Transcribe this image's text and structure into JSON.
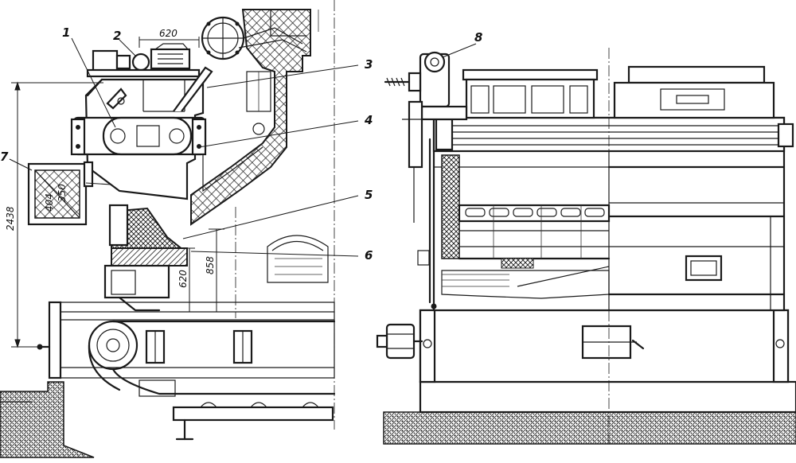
{
  "callouts": {
    "c1": "1",
    "c2": "2",
    "c3": "3",
    "c4": "4",
    "c5": "5",
    "c6": "6",
    "c7": "7",
    "c8": "8"
  },
  "dimensions": {
    "d620_top": "620",
    "d2438": "2438",
    "d858": "858",
    "d620_side": "620",
    "d404": "404",
    "d350": "350"
  },
  "colors": {
    "line": "#1a1a1a",
    "background": "#ffffff"
  }
}
